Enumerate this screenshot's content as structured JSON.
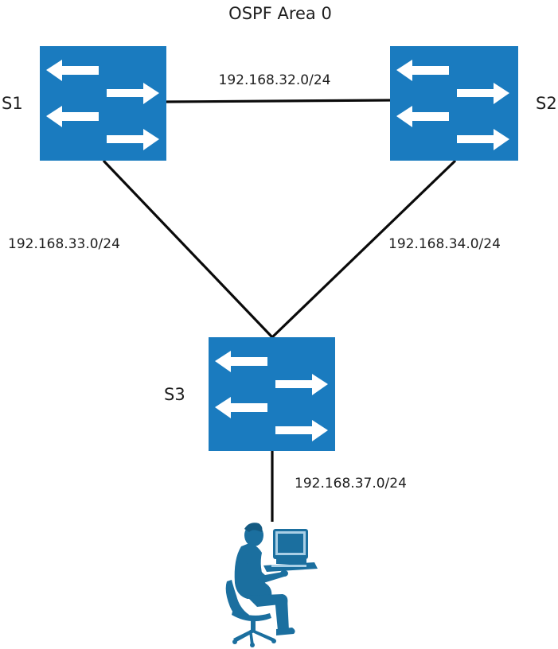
{
  "diagram": {
    "title": "OSPF Area 0",
    "colors": {
      "switch_fill": "#1a7bbf",
      "pc_fill": "#1b6f9f",
      "link": "#0a0a0a",
      "text": "#1e1e1e"
    },
    "devices": [
      {
        "id": "S1",
        "label": "S1",
        "type": "switch"
      },
      {
        "id": "S2",
        "label": "S2",
        "type": "switch"
      },
      {
        "id": "S3",
        "label": "S3",
        "type": "switch"
      },
      {
        "id": "PC",
        "label": "",
        "type": "workstation-user"
      }
    ],
    "links": [
      {
        "from": "S1",
        "to": "S2",
        "network": "192.168.32.0/24"
      },
      {
        "from": "S1",
        "to": "S3",
        "network": "192.168.33.0/24"
      },
      {
        "from": "S2",
        "to": "S3",
        "network": "192.168.34.0/24"
      },
      {
        "from": "S3",
        "to": "PC",
        "network": "192.168.37.0/24"
      }
    ]
  }
}
